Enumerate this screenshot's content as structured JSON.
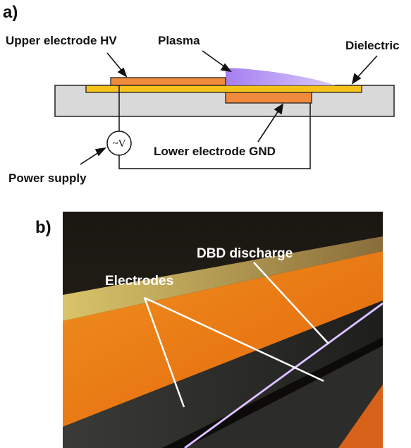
{
  "panel_a": {
    "label": "a)",
    "upper_electrode": "Upper electrode HV",
    "plasma": "Plasma",
    "dielectric": "Dielectric",
    "lower_electrode": "Lower electrode GND",
    "power_supply": "Power supply",
    "source_symbol": "~V"
  },
  "panel_b": {
    "label": "b)",
    "discharge": "DBD discharge",
    "electrodes": "Electrodes"
  },
  "colors": {
    "electrode": "#f08a3c",
    "dielectric": "#f6c21a",
    "substrate": "#d9d9d9",
    "plasma": "#b58cf0",
    "discharge_line": "#c9a6ff"
  }
}
